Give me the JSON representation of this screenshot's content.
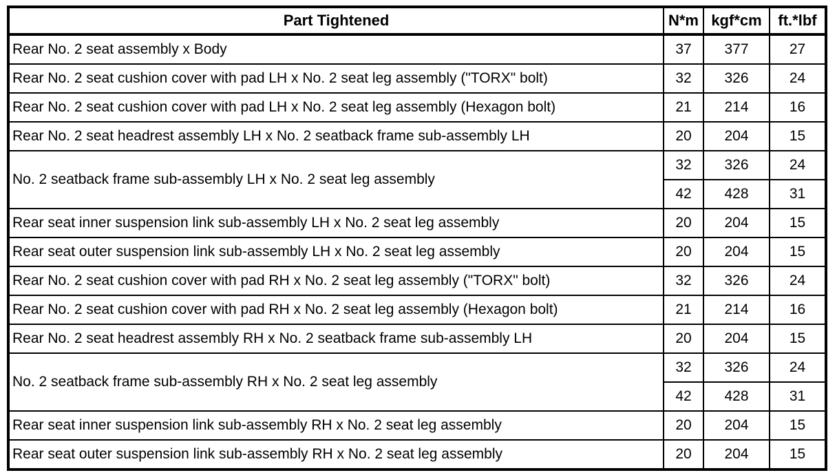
{
  "table": {
    "headers": [
      "Part Tightened",
      "N*m",
      "kgf*cm",
      "ft.*lbf"
    ],
    "rows": [
      {
        "part": "Rear No. 2 seat assembly x Body",
        "specs": [
          [
            "37",
            "377",
            "27"
          ]
        ]
      },
      {
        "part": "Rear No. 2 seat cushion cover with pad LH x No. 2 seat leg assembly (\"TORX\" bolt)",
        "specs": [
          [
            "32",
            "326",
            "24"
          ]
        ]
      },
      {
        "part": "Rear No. 2 seat cushion cover with pad LH x No. 2 seat leg assembly (Hexagon bolt)",
        "specs": [
          [
            "21",
            "214",
            "16"
          ]
        ]
      },
      {
        "part": "Rear No. 2 seat headrest assembly LH x No. 2 seatback frame sub-assembly LH",
        "specs": [
          [
            "20",
            "204",
            "15"
          ]
        ]
      },
      {
        "part": "No. 2 seatback frame sub-assembly LH x No. 2 seat leg assembly",
        "specs": [
          [
            "32",
            "326",
            "24"
          ],
          [
            "42",
            "428",
            "31"
          ]
        ]
      },
      {
        "part": "Rear seat inner suspension link sub-assembly LH x No. 2 seat leg assembly",
        "specs": [
          [
            "20",
            "204",
            "15"
          ]
        ]
      },
      {
        "part": "Rear seat outer suspension link sub-assembly LH x No. 2 seat leg assembly",
        "specs": [
          [
            "20",
            "204",
            "15"
          ]
        ]
      },
      {
        "part": "Rear No. 2 seat cushion cover with pad RH x No. 2 seat leg assembly (\"TORX\" bolt)",
        "specs": [
          [
            "32",
            "326",
            "24"
          ]
        ]
      },
      {
        "part": "Rear No. 2 seat cushion cover with pad RH x No. 2 seat leg assembly (Hexagon bolt)",
        "specs": [
          [
            "21",
            "214",
            "16"
          ]
        ]
      },
      {
        "part": "Rear No. 2 seat headrest assembly RH x No. 2 seatback frame sub-assembly LH",
        "specs": [
          [
            "20",
            "204",
            "15"
          ]
        ]
      },
      {
        "part": "No. 2 seatback frame sub-assembly RH x No. 2 seat leg assembly",
        "specs": [
          [
            "32",
            "326",
            "24"
          ],
          [
            "42",
            "428",
            "31"
          ]
        ]
      },
      {
        "part": "Rear seat inner suspension link sub-assembly RH x No. 2 seat leg assembly",
        "specs": [
          [
            "20",
            "204",
            "15"
          ]
        ]
      },
      {
        "part": "Rear seat outer suspension link sub-assembly RH x No. 2 seat leg assembly",
        "specs": [
          [
            "20",
            "204",
            "15"
          ]
        ]
      }
    ]
  }
}
